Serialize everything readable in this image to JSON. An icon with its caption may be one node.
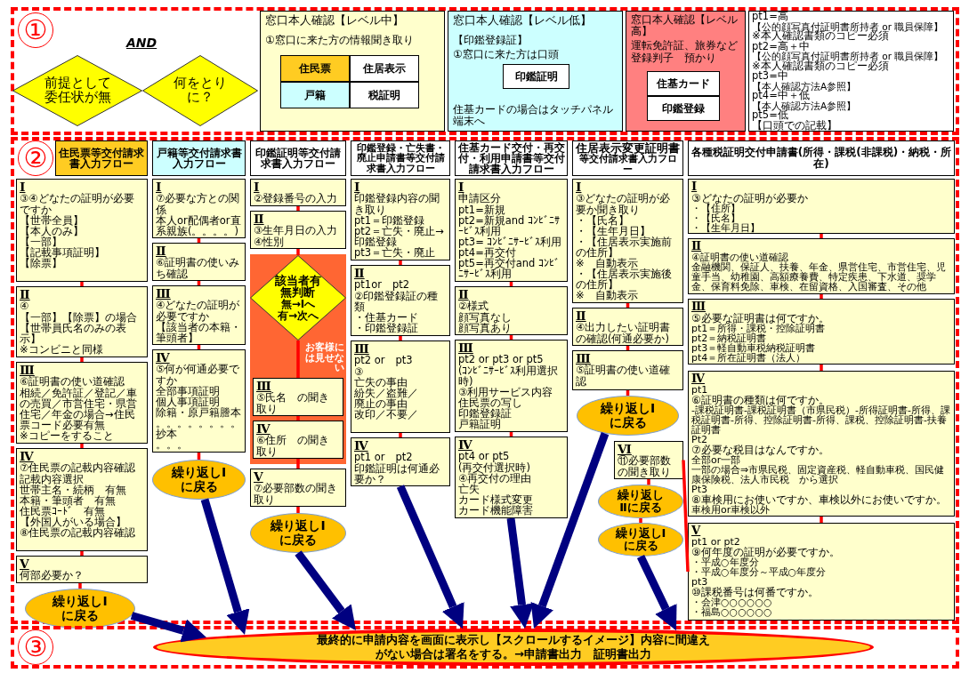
{
  "diagram": {
    "nodes": [
      {
        "text": [
          "①"
        ]
      },
      {
        "text": [
          "前提として委任状が無"
        ],
        "in": 0
      },
      {
        "text": [
          "何をとりに？"
        ],
        "in": 0
      },
      {
        "text": [
          "窓口本人確認【レベル中】",
          "①窓口に来た方の情報聞き取り"
        ],
        "in": 0
      },
      {
        "text": [
          "住民票"
        ],
        "in": 3
      },
      {
        "text": [
          "住居表示"
        ],
        "in": 3
      },
      {
        "text": [
          "戸籍"
        ],
        "in": 3
      },
      {
        "text": [
          "税証明"
        ],
        "in": 3
      },
      {
        "text": [
          "窓口本人確認【レベル低】",
          "【印鑑登録証】",
          "①窓口に来た方は口頭",
          "住基カードの場合はタッチパネル端末へ"
        ],
        "in": 0
      },
      {
        "text": [
          "印鑑証明"
        ],
        "in": 8
      },
      {
        "text": [
          "窓口本人確認【レベル高】",
          "運転免許証、旅券など",
          "登録判子　預かり"
        ],
        "in": 0
      },
      {
        "text": [
          "住基カード"
        ],
        "in": 10
      },
      {
        "text": [
          "印鑑登録"
        ],
        "in": 10
      },
      {
        "text": [
          "pt1=高",
          "【公的顔写真付証明書所持者 or 職員保障】",
          "※本人確認書類のコピー必須",
          "pt2=高＋中",
          "【公的顔写真付証明書所持者 or 職員保障】",
          "※本人確認書類のコピー必須",
          "pt3=中",
          "【本人確認方法A参照】",
          "pt4=中＋低",
          "【本人確認方法A参照】",
          "pt5=低",
          "【口頭での記載】"
        ],
        "in": 0
      },
      {
        "text": [
          "②"
        ]
      },
      {
        "text": [
          "住民票等交付請求書入力フロー"
        ],
        "in": 14
      },
      {
        "text": [
          "Ⅰ",
          "③④どなたの証明が必要ですか",
          "【世帯全員】",
          "【本人のみ】",
          "【一部】",
          "【記載事項証明】",
          "【除票】"
        ],
        "in": 14
      },
      {
        "text": [
          "Ⅱ",
          "④",
          "【一部】【除票】の場合",
          "【世帯員氏名のみの表示】",
          "※コンビニと同様"
        ],
        "in": 14
      },
      {
        "text": [
          "Ⅲ",
          "⑥証明書の使い道確認",
          "相続／免許証／登記／車の売買／市営住宅・県営住宅／年金の場合→住民票コード必要有無",
          "※コピーをすること"
        ],
        "in": 14
      },
      {
        "text": [
          "Ⅳ",
          "⑦住民票の記載内容確認",
          "記載内容選択",
          "世帯主名・続柄　有無",
          "本籍・筆頭者　有無",
          "住民票ｺｰﾄﾞ　有無",
          "【外国人がいる場合】",
          "⑧住民票の記載内容確認"
        ],
        "in": 14
      },
      {
        "text": [
          "Ⅴ",
          "何部必要か？"
        ],
        "in": 14
      },
      {
        "text": [
          "繰り返しⅠに戻る"
        ]
      },
      {
        "text": [
          "戸籍等交付請求書入力フロー"
        ],
        "in": 14
      },
      {
        "text": [
          "Ⅰ",
          "⑦必要な方との関係",
          "本人or配偶者or直系親族(。。。。)"
        ],
        "in": 14
      },
      {
        "text": [
          "Ⅱ",
          "⑥証明書の使いみち確認"
        ],
        "in": 14
      },
      {
        "text": [
          "Ⅲ",
          "④どなたの証明が必要ですか",
          "【該当者の本籍・筆頭者】"
        ],
        "in": 14
      },
      {
        "text": [
          "Ⅳ",
          "⑤何が何通必要ですか",
          "全部事項証明",
          "個人事項証明",
          "除籍・原戸籍謄本",
          "。。。。。。。。抄本",
          "。。。"
        ],
        "in": 14
      },
      {
        "text": [
          "繰り返しⅠに戻る"
        ],
        "in": 14
      },
      {
        "text": [
          "印鑑証明等交付請求書入力フロー"
        ],
        "in": 14
      },
      {
        "text": [
          "Ⅰ",
          "②登録番号の入力"
        ],
        "in": 14
      },
      {
        "text": [
          "Ⅱ",
          "③生年月日の入力",
          "④性別"
        ],
        "in": 14
      },
      {
        "text": [
          "お客様には見せない"
        ],
        "in": 14
      },
      {
        "text": [
          "該当者有無判断",
          "無→Ⅰへ",
          "有→次へ"
        ],
        "in": 31
      },
      {
        "text": [
          "Ⅲ",
          "⑤氏名　の聞き取り"
        ],
        "in": 31
      },
      {
        "text": [
          "Ⅳ",
          "⑥住所　の聞き取り"
        ],
        "in": 31
      },
      {
        "text": [
          "Ⅴ",
          "⑦必要部数の聞き取り"
        ],
        "in": 14
      },
      {
        "text": [
          "繰り返しⅠに戻る"
        ],
        "in": 14
      },
      {
        "text": [
          "印鑑登録・亡失書・廃止申請書等交付請求書入力フロー"
        ],
        "in": 14
      },
      {
        "text": [
          "Ⅰ",
          "印鑑登録内容の聞き取り",
          "pt1＝印鑑登録",
          "pt2＝亡失・廃止→印鑑登録",
          "pt3＝亡失・廃止"
        ],
        "in": 14
      },
      {
        "text": [
          "Ⅱ",
          "pt1or　pt2",
          "②印鑑登録証の種類",
          "・住基カード",
          "・印鑑登録証"
        ],
        "in": 14
      },
      {
        "text": [
          "Ⅲ",
          "pt2 or　pt3",
          "③",
          "亡失の事由",
          "紛失／盗難／",
          "廃止の事由",
          "改印／不要／"
        ],
        "in": 14
      },
      {
        "text": [
          "Ⅳ",
          "pt1 or　pt2",
          "印鑑証明は何通必要か？"
        ],
        "in": 14
      },
      {
        "text": [
          "住基カード交付・再交付・利用申請書等交付請求書入力フロー"
        ],
        "in": 14
      },
      {
        "text": [
          "Ⅰ",
          "申請区分",
          "pt1=新規",
          "pt2=新規and ｺﾝﾋﾞﾆｻｰﾋﾞｽ利用",
          "pt3= ｺﾝﾋﾞﾆｻｰﾋﾞｽ利用",
          "pt4=再交付",
          "pt5=再交付and ｺﾝﾋﾞﾆｻｰﾋﾞｽ利用"
        ],
        "in": 14
      },
      {
        "text": [
          "Ⅱ",
          "②様式",
          "顔写真なし",
          "顔写真あり"
        ],
        "in": 14
      },
      {
        "text": [
          "Ⅲ",
          "pt2 or pt3 or pt5",
          "(ｺﾝﾋﾞﾆｻｰﾋﾞｽ利用選択時)",
          "③利用サービス内容",
          "住民票の写し",
          "印鑑登録証",
          "戸籍証明"
        ],
        "in": 14
      },
      {
        "text": [
          "Ⅳ",
          "pt4 or pt5",
          "(再交付選択時)",
          "④再交付の理由",
          "亡失",
          "カード様式変更",
          "カード機能障害"
        ],
        "in": 14
      },
      {
        "text": [
          "住居表示変更証明書",
          "等交付請求書入力フロー"
        ],
        "in": 14
      },
      {
        "text": [
          "Ⅰ",
          "③どなたの証明が必要か聞き取り",
          "・【氏名】",
          "・【生年月日】",
          "・【住居表示実施前の住所】",
          "※　自動表示",
          "・【住居表示実施後の住所】",
          "※　自動表示"
        ],
        "in": 14
      },
      {
        "text": [
          "Ⅱ",
          "④出力したい証明書の確認(何通必要か)"
        ],
        "in": 14
      },
      {
        "text": [
          "Ⅲ",
          "⑤証明書の使い道確認"
        ],
        "in": 14
      },
      {
        "text": [
          "繰り返しⅠに戻る"
        ],
        "in": 14
      },
      {
        "text": [
          "各種税証明交付申請書(所得・課税(非課税)・納税・所在)"
        ],
        "in": 14
      },
      {
        "text": [
          "Ⅰ",
          "③どなたの証明が必要か",
          "・【住所】",
          "・【氏名】",
          "・【生年月日】"
        ],
        "in": 14
      },
      {
        "text": [
          "Ⅱ",
          "④証明書の使い道確認",
          "金融機関、保証人、扶養、年金、県営住宅、市営住宅、児童手当、幼稚園、高額療養費、特定疾患、下水道、奨学金、保育料免除、車検、在留資格、入国審査、その他"
        ],
        "in": 14
      },
      {
        "text": [
          "Ⅲ",
          "⑤必要な証明書は何ですか。",
          "pt1＝所得・課税・控除証明書",
          "pt2＝納税証明書",
          "pt3＝軽自動車税納税証明書",
          "pt4＝所在証明書（法人）"
        ],
        "in": 14
      },
      {
        "text": [
          "Ⅳ",
          "pt1",
          "⑥証明書の種類は何ですか。",
          "-課税証明書-課税証明書（市県民税）-所得証明書-所得、課税証明書-所得、控除証明書-所得、課税、控除証明書-扶養証明書",
          "Pt2",
          "⑦必要な税目はなんですか。",
          "全部or一部",
          "一部の場合⇒市県民税、固定資産税、軽自動車税、国民健康保険税、法人市民税　から選択",
          "Pt3",
          "⑧車検用にお使いですか、車検以外にお使いですか。",
          "車検用or車検以外"
        ],
        "in": 14
      },
      {
        "text": [
          "Ⅵ",
          "⑪必要部数の聞き取り"
        ],
        "in": 14
      },
      {
        "text": [
          "繰り返しⅡに戻る"
        ],
        "in": 14
      },
      {
        "text": [
          "繰り返しⅠに戻る"
        ],
        "in": 14
      },
      {
        "text": [
          "Ⅴ",
          "pt1 or pt2",
          "⑨何年度の証明が必要ですか。",
          "・平成○年度分",
          "・平成○年度分～平成○年度分",
          "pt3",
          "⑩課税番号は何番ですか。",
          "・会津○○○○○○",
          "・福島○○○○○○"
        ],
        "in": 14
      },
      {
        "text": [
          "③"
        ]
      },
      {
        "text": [
          "最終的に申請内容を画面に表示し【スクロールするイメージ】内容に間違えがない場合は署名をする。→申請書出力　証明書出力"
        ],
        "in": 61
      }
    ],
    "edges": [
      {
        "from": 16,
        "to": 17,
        "arrow": "none"
      },
      {
        "from": 17,
        "to": 18,
        "arrow": "none"
      },
      {
        "from": 18,
        "to": 19,
        "arrow": "none"
      },
      {
        "from": 19,
        "to": 20,
        "arrow": "none"
      },
      {
        "from": 20,
        "to": 21,
        "arrow": "none"
      },
      {
        "from": 23,
        "to": 24,
        "arrow": "none"
      },
      {
        "from": 24,
        "to": 25,
        "arrow": "none"
      },
      {
        "from": 25,
        "to": 26,
        "arrow": "none"
      },
      {
        "from": 26,
        "to": 27,
        "arrow": "none"
      },
      {
        "from": 29,
        "to": 30,
        "arrow": "none"
      },
      {
        "from": 30,
        "to": 32,
        "arrow": "none"
      },
      {
        "from": 32,
        "to": 33,
        "arrow": "none"
      },
      {
        "from": 33,
        "to": 34,
        "arrow": "none"
      },
      {
        "from": 34,
        "to": 35,
        "arrow": "none"
      },
      {
        "from": 35,
        "to": 36,
        "arrow": "none"
      },
      {
        "from": 38,
        "to": 39,
        "arrow": "none"
      },
      {
        "from": 39,
        "to": 40,
        "arrow": "none"
      },
      {
        "from": 40,
        "to": 41,
        "arrow": "none"
      },
      {
        "from": 43,
        "to": 44,
        "arrow": "none"
      },
      {
        "from": 44,
        "to": 45,
        "arrow": "none"
      },
      {
        "from": 45,
        "to": 46,
        "arrow": "none"
      },
      {
        "from": 48,
        "to": 49,
        "arrow": "none"
      },
      {
        "from": 49,
        "to": 50,
        "arrow": "none"
      },
      {
        "from": 50,
        "to": 51,
        "arrow": "none"
      },
      {
        "from": 53,
        "to": 54,
        "arrow": "none"
      },
      {
        "from": 54,
        "to": 55,
        "arrow": "none"
      },
      {
        "from": 55,
        "to": 56,
        "arrow": "none"
      },
      {
        "from": 56,
        "to": 60,
        "arrow": "none"
      },
      {
        "from": 57,
        "to": 58,
        "arrow": "none"
      },
      {
        "from": 58,
        "to": 59,
        "arrow": "none"
      },
      {
        "from": 57,
        "to": 60,
        "arrow": "none"
      },
      {
        "from": 21,
        "to": 62,
        "arrow": "to",
        "style": "thick",
        "color": "#000080"
      },
      {
        "from": 27,
        "to": 62,
        "arrow": "to",
        "style": "thick",
        "color": "#000080"
      },
      {
        "from": 36,
        "to": 62,
        "arrow": "to",
        "style": "thick",
        "color": "#000080"
      },
      {
        "from": 41,
        "to": 62,
        "arrow": "to",
        "style": "thick",
        "color": "#000080"
      },
      {
        "from": 46,
        "to": 62,
        "arrow": "to",
        "style": "thick",
        "color": "#000080"
      },
      {
        "from": 51,
        "to": 62,
        "arrow": "to",
        "style": "thick",
        "color": "#000080"
      },
      {
        "from": 59,
        "to": 62,
        "arrow": "to",
        "style": "thick",
        "color": "#000080"
      }
    ],
    "labels": [
      "AND"
    ]
  }
}
